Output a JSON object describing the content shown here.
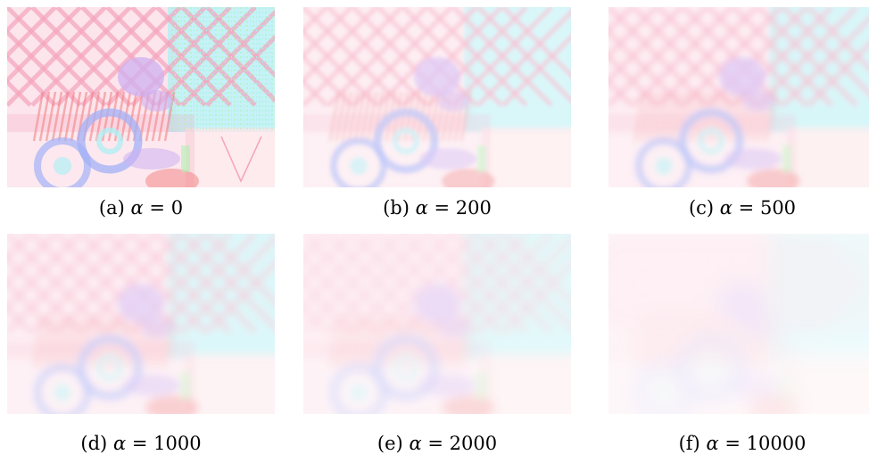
{
  "figure": {
    "panels": [
      {
        "label": "(a)",
        "symbol": "α",
        "eq": "=",
        "value": "0",
        "blur": 0,
        "saturation": 1.0
      },
      {
        "label": "(b)",
        "symbol": "α",
        "eq": "=",
        "value": "200",
        "blur": 2.2,
        "saturation": 0.7
      },
      {
        "label": "(c)",
        "symbol": "α",
        "eq": "=",
        "value": "500",
        "blur": 3.2,
        "saturation": 0.62
      },
      {
        "label": "(d)",
        "symbol": "α",
        "eq": "=",
        "value": "1000",
        "blur": 4.2,
        "saturation": 0.55
      },
      {
        "label": "(e)",
        "symbol": "α",
        "eq": "=",
        "value": "2000",
        "blur": 5.5,
        "saturation": 0.45
      },
      {
        "label": "(f)",
        "symbol": "α",
        "eq": "=",
        "value": "10000",
        "blur": 10,
        "saturation": 0.3
      }
    ],
    "colors": {
      "pink": "#f59ab6",
      "red": "#f07070",
      "cyan": "#a9ecf2",
      "violet": "#c9a8f0",
      "blue": "#9aa8f5",
      "green": "#a6f0a6"
    }
  }
}
